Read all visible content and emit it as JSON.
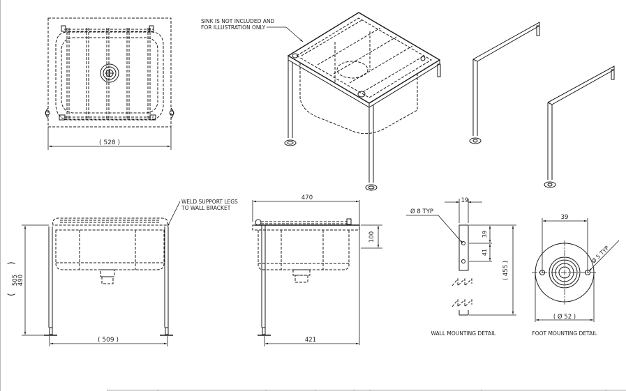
{
  "drawing": {
    "top_view": {
      "width_dim": "( 528 )"
    },
    "isometric_view": {
      "note": [
        "SINK IS NOT INCLUDED AND",
        "FOR ILLUSTRATION ONLY"
      ]
    },
    "front_view": {
      "note": [
        "WELD SUPPORT LEGS",
        "TO WALL BRACKET"
      ],
      "width_dim": "( 509 )",
      "height_dim_outer": "505",
      "height_dim_inner": "490",
      "height_paren_open": "(",
      "height_paren_close": ")"
    },
    "side_view": {
      "depth_top_dim": "470",
      "depth_bottom_dim": "421",
      "bracket_height_dim": "100"
    },
    "wall_mounting_detail": {
      "title": "WALL MOUNTING DETAIL",
      "width_dim": "19",
      "hole_note": "Ø 8 TYP",
      "hole_spacing_top": "39",
      "hole_spacing_bottom": "41",
      "overall_height_dim": "( 455 )"
    },
    "foot_mounting_detail": {
      "title": "FOOT MOUNTING DETAIL",
      "hole_spacing_dim": "39",
      "hole_note": "Ø 5 TYP",
      "diameter_dim": "( Ø 52 )"
    }
  },
  "colors": {
    "line": "#1a1a1a",
    "background": "#ffffff",
    "title_block_border": "#a9a9a9"
  }
}
